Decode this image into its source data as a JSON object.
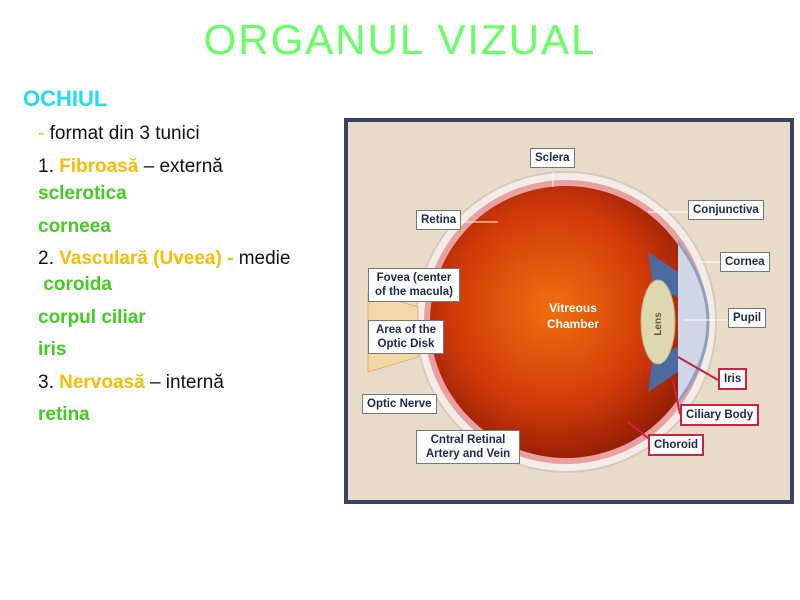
{
  "title": "ORGANUL  VIZUAL",
  "subtitle": "OCHIUL",
  "content": {
    "l1_dash": "-",
    "l1_text": " format din 3 tunici",
    "l2_num": "1. ",
    "l2_term": "Fibroasă",
    "l2_rest": " –  externă",
    "l3": "sclerotica",
    "l4": "corneea",
    "l5_num": "2. ",
    "l5_term": "Vasculară (Uveea)",
    "l5_dash": " - ",
    "l5_rest": "medie",
    "l6": " coroida",
    "l7": "corpul ciliar",
    "l8": "iris",
    "l9_num": "3. ",
    "l9_term": "Nervoasă",
    "l9_rest": " –  internă",
    "l10": "retina"
  },
  "diagram": {
    "sclera": "Sclera",
    "retina": "Retina",
    "conjunctiva": "Conjunctiva",
    "cornea": "Cornea",
    "fovea": "Fovea (center of the macula)",
    "optic_disk": "Area of the Optic Disk",
    "pupil": "Pupil",
    "iris": "Iris",
    "optic_nerve": "Optic Nerve",
    "ciliary_body": "Ciliary Body",
    "artery": "Cntral Retinal Artery and Vein",
    "choroid": "Choroid",
    "vitreous": "Vitreous Chamber",
    "lens": "Lens"
  }
}
